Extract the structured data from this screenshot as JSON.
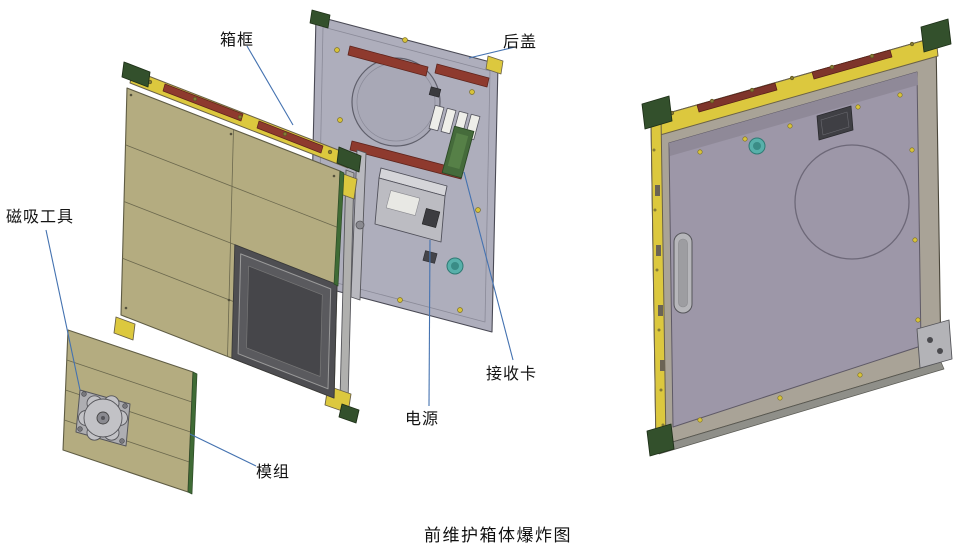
{
  "figure": {
    "caption": "前维护箱体爆炸图",
    "labels": {
      "frame": "箱框",
      "back_cover": "后盖",
      "magnetic_tool": "磁吸工具",
      "receiving_card": "接收卡",
      "power_supply": "电源",
      "module": "模组"
    },
    "colors": {
      "module_face": "#b4ac80",
      "frame_yellow": "#dcc83e",
      "corner_green": "#33502c",
      "back_cover_gray": "#aeaebc",
      "cabinet_back_purple": "#9d97a8",
      "hanging_bar_maroon": "#8e3a2e",
      "pcb_green": "#3f6b35",
      "knob_teal": "#57b0aa",
      "leader_line_blue": "#4472b0"
    }
  }
}
